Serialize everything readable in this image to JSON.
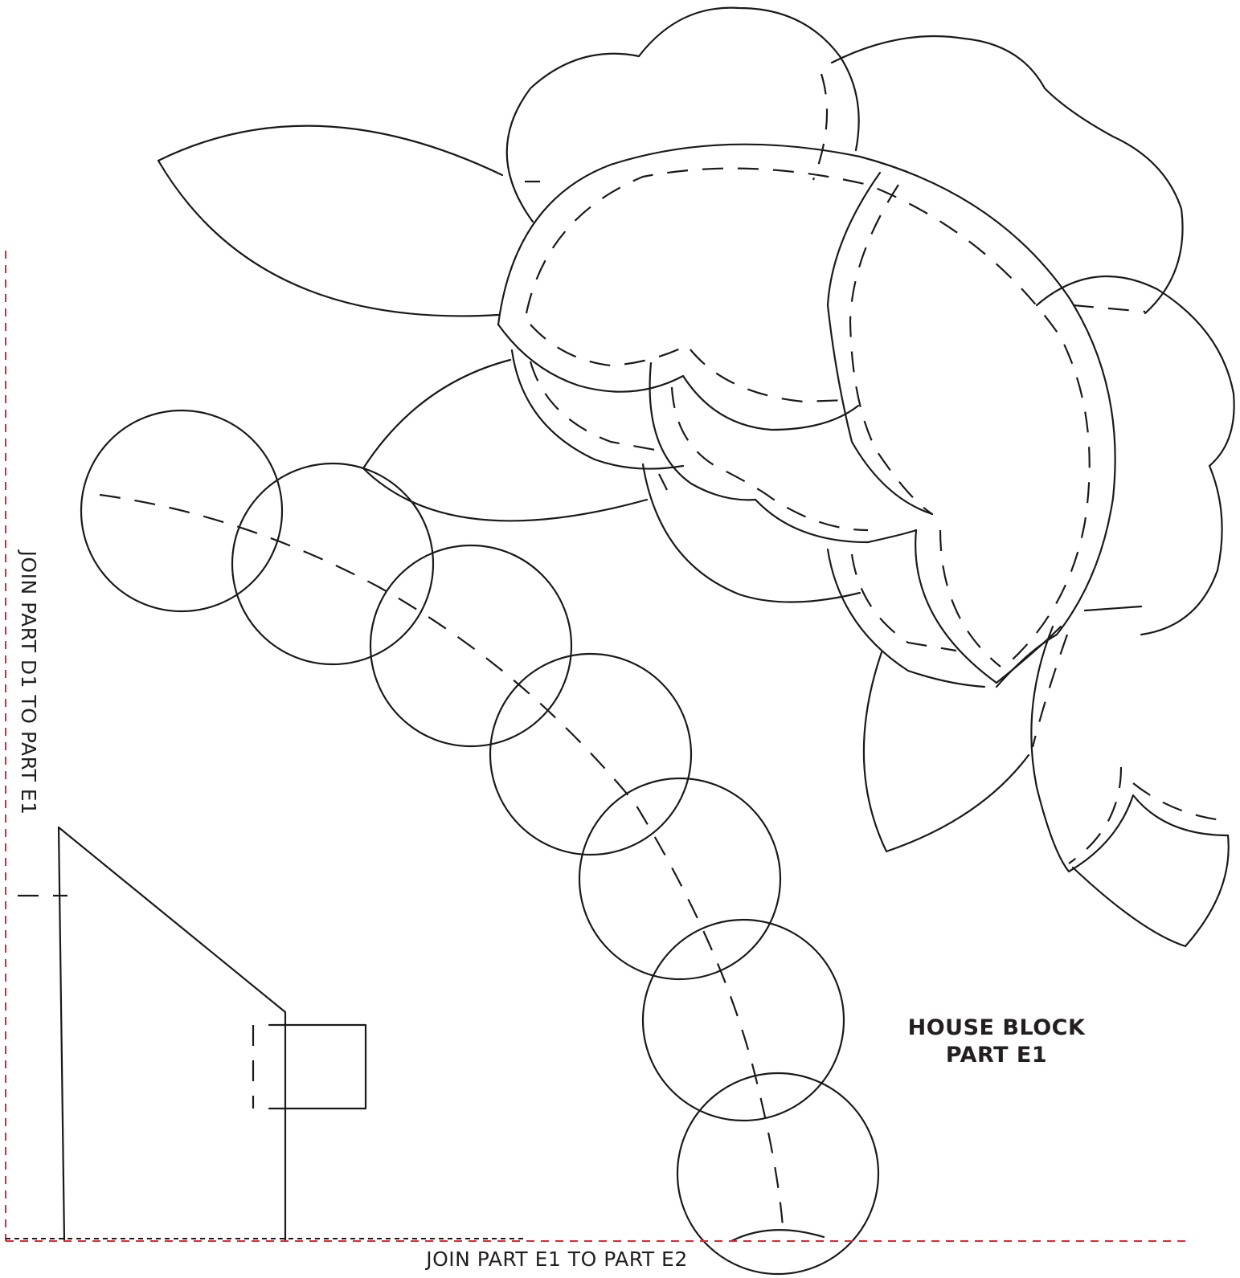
{
  "block_title": {
    "line1": "HOUSE BLOCK",
    "line2": "PART E1"
  },
  "join_labels": {
    "left": "JOIN PART D1 TO PART E1",
    "bottom": "JOIN PART E1 TO PART E2"
  },
  "colors": {
    "outline": "#1a1a1a",
    "join_line": "#e3262d",
    "text": "#231f20",
    "background": "#ffffff"
  }
}
